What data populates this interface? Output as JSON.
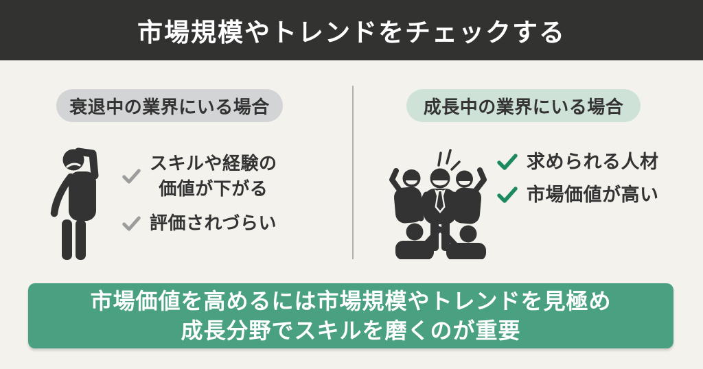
{
  "header": {
    "title": "市場規模やトレンドをチェックする"
  },
  "columns": {
    "declining": {
      "label": "衰退中の業界にいる場合",
      "icon": "worried-person-icon",
      "items": [
        {
          "text": "スキルや経験の\n価値が下がる"
        },
        {
          "text": "評価されづらい"
        }
      ]
    },
    "growing": {
      "label": "成長中の業界にいる場合",
      "icon": "celebrating-group-icon",
      "items": [
        {
          "text": "求められる人材"
        },
        {
          "text": "市場価値が高い"
        }
      ]
    }
  },
  "footer": {
    "text": "市場価値を高めるには市場規模やトレンドを見極め\n成長分野でスキルを磨くのが重要"
  },
  "colors": {
    "background": "#f4f2ed",
    "header_bg": "#323231",
    "title_text": "#ffffff",
    "body_text": "#333333",
    "pill_declining_bg": "#d2d4d5",
    "pill_growing_bg": "#cfe2d8",
    "check_declining": "#9c9c9c",
    "check_growing": "#1d8a5e",
    "footer_bg": "#4aa181",
    "footer_text": "#ffffff",
    "divider": "#b2b0ad",
    "icon_color": "#333333"
  }
}
